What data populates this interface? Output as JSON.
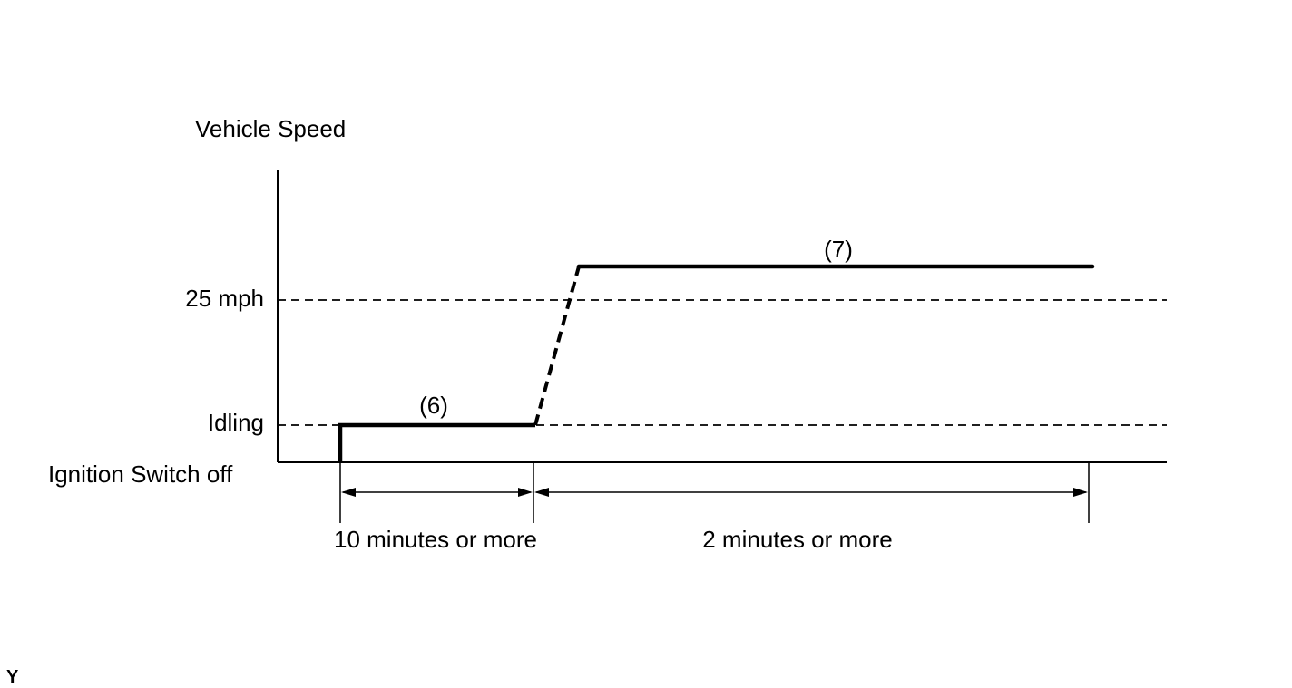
{
  "labels": {
    "y_axis_title": "Vehicle Speed",
    "level_high": "25 mph",
    "level_idle": "Idling",
    "ignition_off": "Ignition Switch off",
    "step_6": "(6)",
    "step_7": "(7)",
    "duration_1": "10 minutes or more",
    "duration_2": "2 minutes or more",
    "figure_code": "Y"
  },
  "colors": {
    "ink": "#000000",
    "background": "#ffffff"
  }
}
